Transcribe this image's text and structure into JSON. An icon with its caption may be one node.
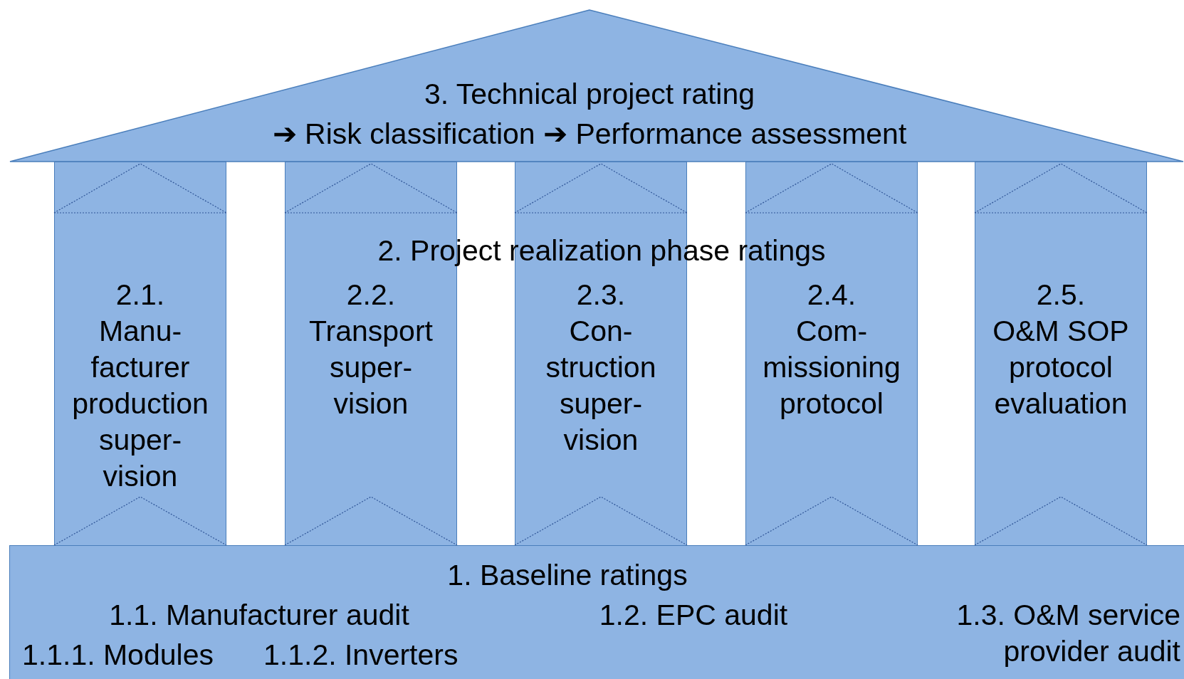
{
  "diagram": {
    "nodes": [
      {
        "text": [
          "3. Technical project rating",
          "➔ Risk classification ➔ Performance assessment"
        ]
      },
      {
        "text": [
          "2.1.",
          "Manu- facturer production super- vision"
        ]
      },
      {
        "text": [
          "2.2.",
          "Transport super- vision"
        ]
      },
      {
        "text": [
          "2.3.",
          "Con- struction super- vision"
        ]
      },
      {
        "text": [
          "2.4.",
          "Com- missioning protocol"
        ]
      },
      {
        "text": [
          "2.5.",
          "O&M SOP protocol evaluation"
        ]
      },
      {
        "text": [
          "1. Baseline ratings",
          "1.1. Manufacturer audit",
          "1.2. EPC audit",
          "1.3. O&M service provider audit",
          "1.1.1. Modules",
          "1.1.2. Inverters"
        ]
      }
    ],
    "labels": [
      "2. Project realization phase ratings"
    ]
  }
}
